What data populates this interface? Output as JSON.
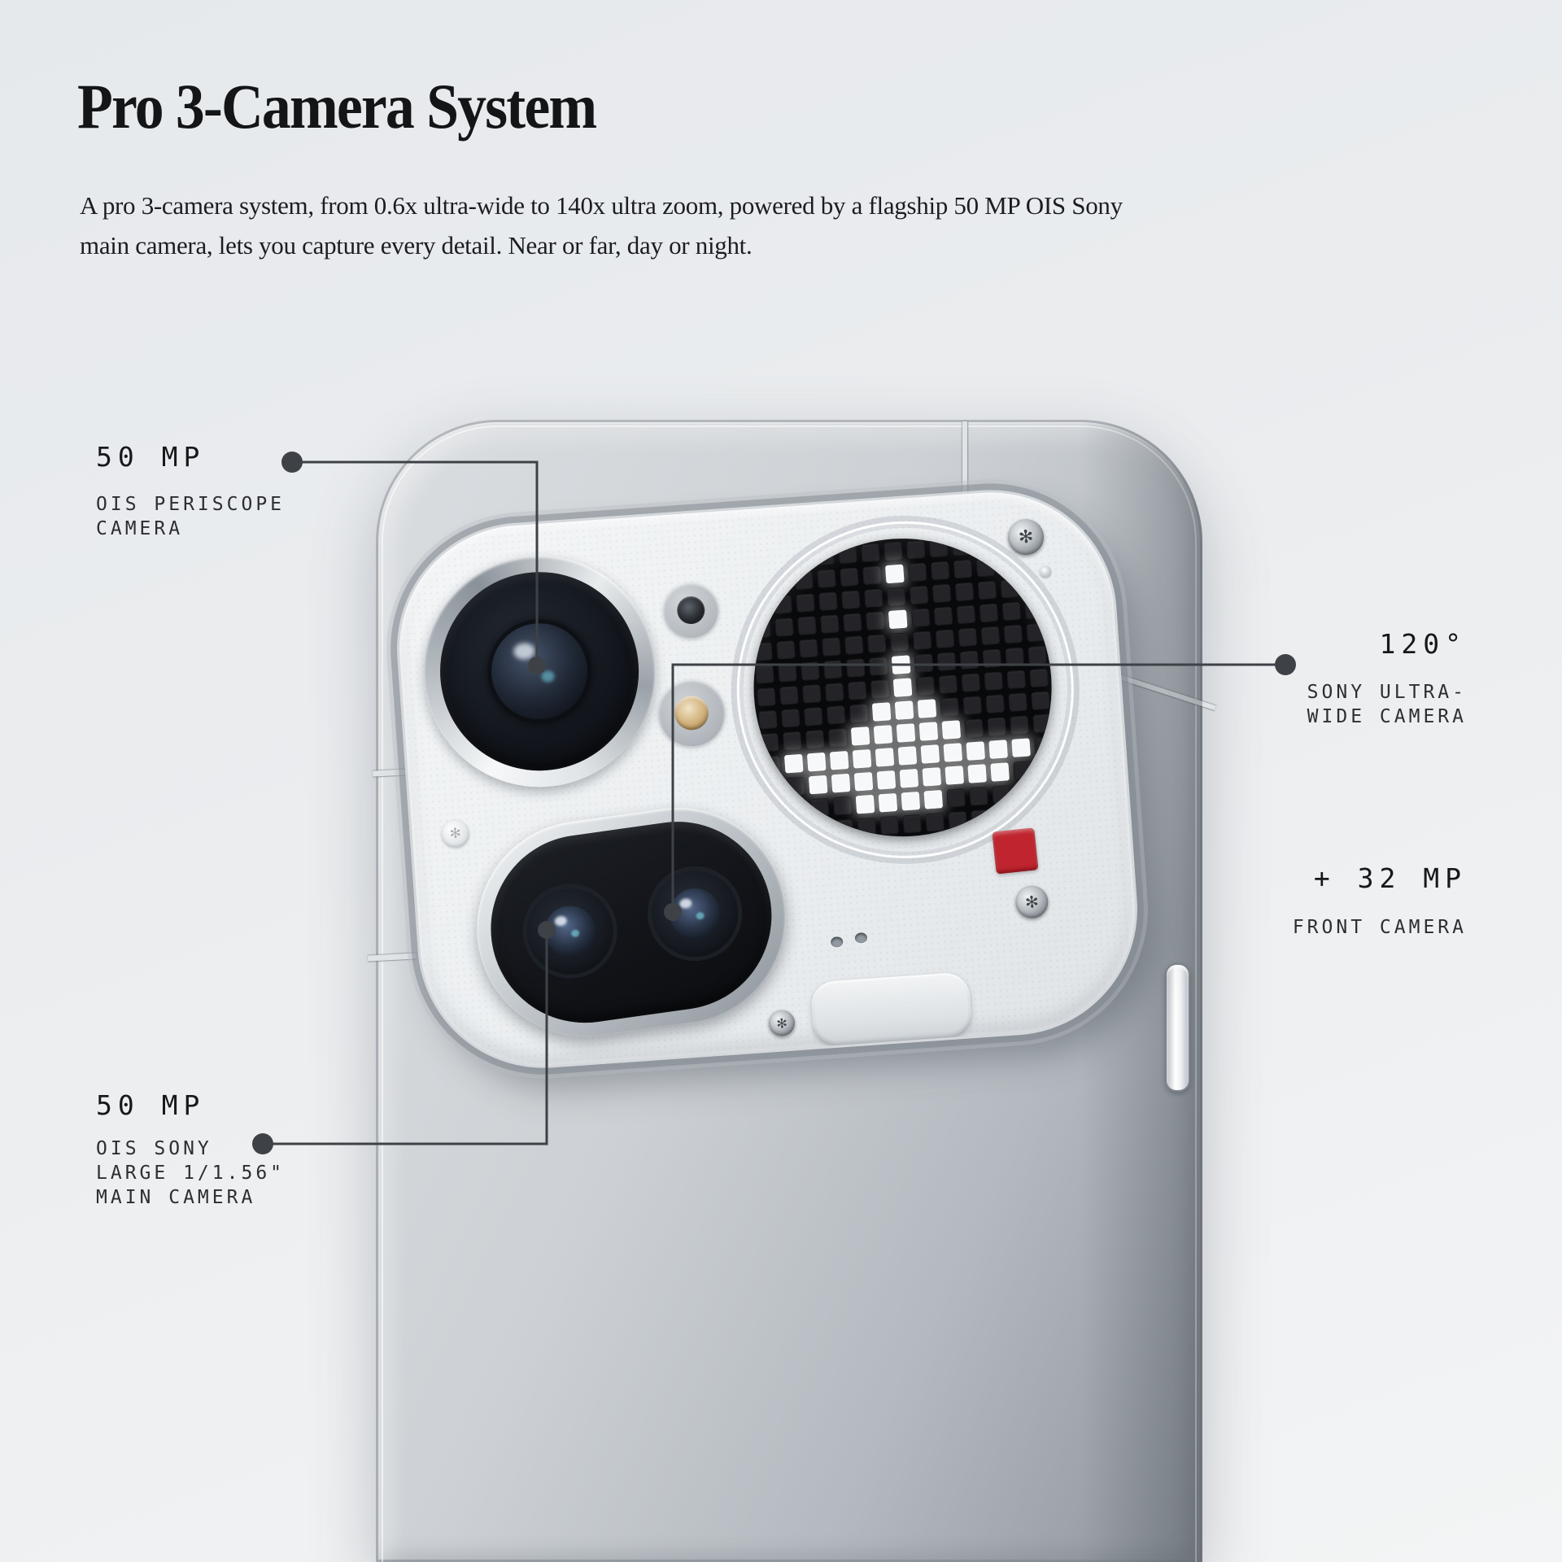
{
  "header": {
    "title": "Pro 3-Camera System",
    "subtitle_line1": "A pro 3-camera system, from 0.6x ultra-wide to 140x ultra zoom, powered by a flagship 50 MP OIS Sony",
    "subtitle_line2": "main camera, lets you capture every detail. Near or far, day or night."
  },
  "annotations": {
    "periscope": {
      "value": "50 MP",
      "label_line1": "OIS PERISCOPE",
      "label_line2": "CAMERA"
    },
    "ultrawide": {
      "value": "120°",
      "label_line1": "SONY ULTRA-",
      "label_line2": "WIDE CAMERA"
    },
    "front": {
      "value": "+ 32 MP",
      "label_line1": "FRONT CAMERA"
    },
    "main": {
      "value": "50 MP",
      "label_line1": "OIS SONY",
      "label_line2": "LARGE 1/1.56\"",
      "label_line3": "MAIN CAMERA"
    }
  },
  "glyph_matrix": {
    "pattern": [
      ".............",
      "......X......",
      ".............",
      "......X......",
      ".............",
      "......X......",
      "......X......",
      ".....XXX.....",
      "....XXXXX....",
      ".XXXXXXXXXXX.",
      "..XXXXXXXXX..",
      "....XXXX.....",
      "............."
    ]
  },
  "colors": {
    "accent_red": "#c0242f",
    "leader_line": "#3e4247",
    "text_primary": "#17181a",
    "text_secondary": "#2c2e31"
  }
}
